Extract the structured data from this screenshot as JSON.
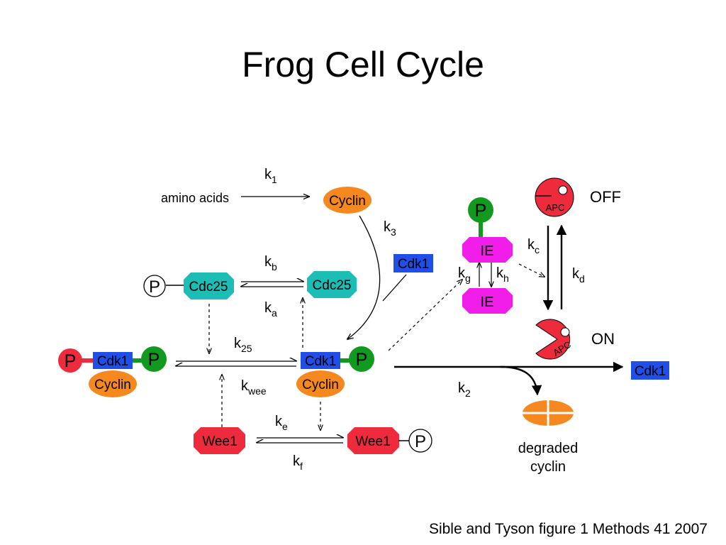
{
  "title": "Frog Cell Cycle",
  "caption": "Sible and Tyson figure 1 Methods 41 2007",
  "colors": {
    "cyclin": "#f5881f",
    "cdk1": "#1f4fe8",
    "phosphate_green": "#119a1f",
    "phosphate_red": "#ee2b3c",
    "cdc25": "#1bbdb4",
    "wee1": "#ee2b3c",
    "ie": "#f01ee8",
    "apc": "#ee2b3c"
  },
  "nodes": {
    "amino_acids": "amino acids",
    "cyclin_top": "Cyclin",
    "cdk1_free": "Cdk1",
    "cdc25_p_mark": "P",
    "cdc25_left": "Cdc25",
    "cdc25_right": "Cdc25",
    "inactive_p_red": "P",
    "inactive_cdk1": "Cdk1",
    "inactive_p_green": "P",
    "inactive_cyclin": "Cyclin",
    "active_cdk1": "Cdk1",
    "active_p_green": "P",
    "active_cyclin": "Cyclin",
    "wee1_left": "Wee1",
    "wee1_right": "Wee1",
    "wee1_p_mark": "P",
    "ie_p": "P",
    "ie_top": "IE",
    "ie_bottom": "IE",
    "apc_off_label": "APC",
    "off_label": "OFF",
    "apc_on_label": "APC",
    "on_label": "ON",
    "cdk1_right": "Cdk1",
    "degraded_line1": "degraded",
    "degraded_line2": "cyclin"
  },
  "rates": {
    "k1": {
      "base": "k",
      "sub": "1"
    },
    "k3": {
      "base": "k",
      "sub": "3"
    },
    "kb": {
      "base": "k",
      "sub": "b"
    },
    "ka": {
      "base": "k",
      "sub": "a"
    },
    "k25": {
      "base": "k",
      "sub": "25"
    },
    "kwee": {
      "base": "k",
      "sub": "wee"
    },
    "ke": {
      "base": "k",
      "sub": "e"
    },
    "kf": {
      "base": "k",
      "sub": "f"
    },
    "k2": {
      "base": "k",
      "sub": "2"
    },
    "kc": {
      "base": "k",
      "sub": "c"
    },
    "kg": {
      "base": "k",
      "sub": "g"
    },
    "kh": {
      "base": "k",
      "sub": "h"
    },
    "kd": {
      "base": "k",
      "sub": "d"
    }
  }
}
